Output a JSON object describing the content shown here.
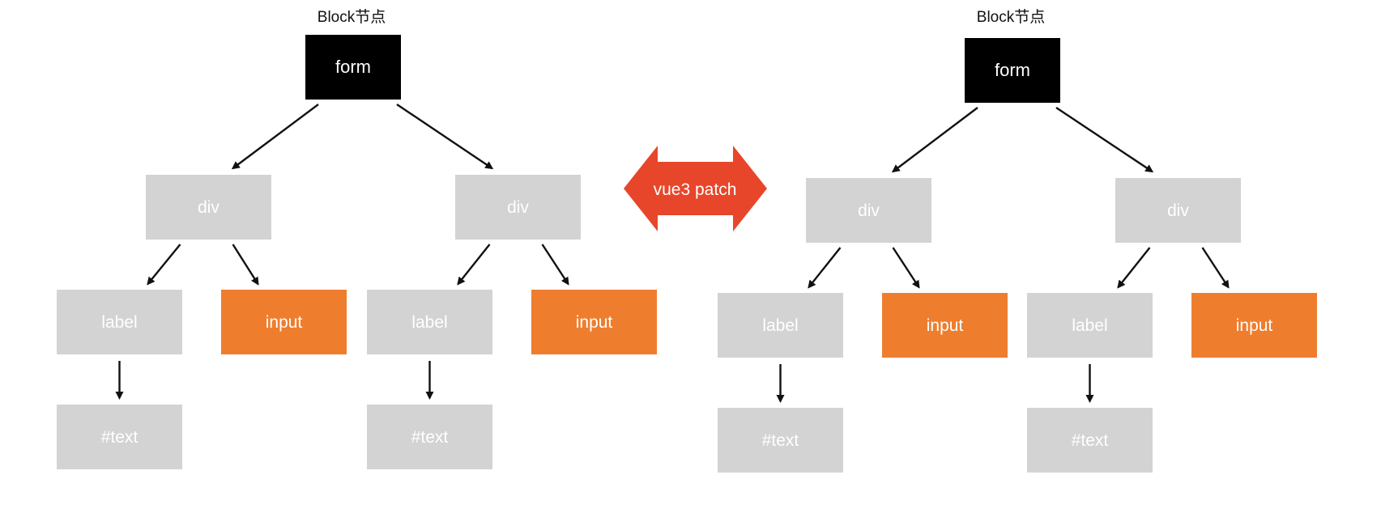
{
  "colors": {
    "block": "#000000",
    "element": "#d3d3d3",
    "input": "#ee7e2e",
    "arrow_badge": "#e8462a",
    "arrow": "#111111",
    "text_light": "#ffffff",
    "caption": "#111111"
  },
  "center_badge": {
    "label": "vue3 patch"
  },
  "trees": [
    {
      "block_caption": "Block节点",
      "root": "form",
      "branches": [
        {
          "div": "div",
          "label": "label",
          "input": "input",
          "text": "#text"
        },
        {
          "div": "div",
          "label": "label",
          "input": "input",
          "text": "#text"
        }
      ]
    },
    {
      "block_caption": "Block节点",
      "root": "form",
      "branches": [
        {
          "div": "div",
          "label": "label",
          "input": "input",
          "text": "#text"
        },
        {
          "div": "div",
          "label": "label",
          "input": "input",
          "text": "#text"
        }
      ]
    }
  ]
}
